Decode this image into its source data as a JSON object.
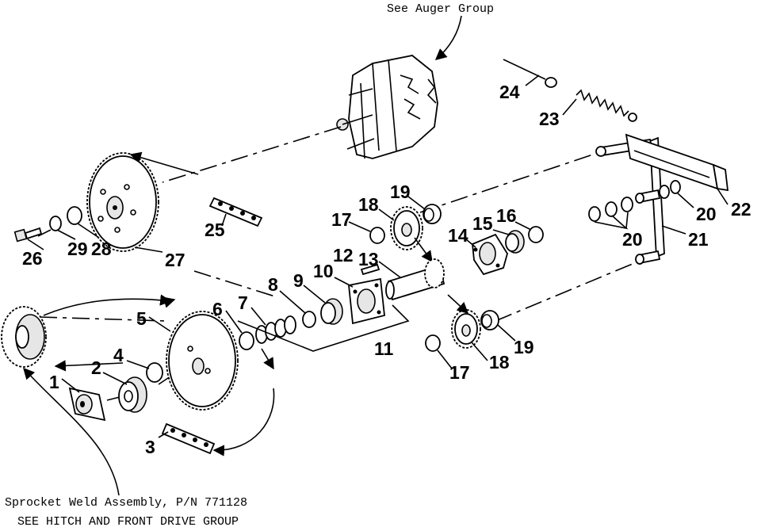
{
  "header": {
    "see_auger_group": "See Auger Group"
  },
  "footer": {
    "sprocket_weld_line": "Sprocket Weld Assembly, P/N 771128",
    "hitch_drive_line": "SEE HITCH AND FRONT DRIVE GROUP"
  },
  "callouts": {
    "c1": "1",
    "c2": "2",
    "c3": "3",
    "c4": "4",
    "c5": "5",
    "c6": "6",
    "c7": "7",
    "c8": "8",
    "c9": "9",
    "c10": "10",
    "c11": "11",
    "c12": "12",
    "c13": "13",
    "c14": "14",
    "c15": "15",
    "c16": "16",
    "c17a": "17",
    "c17b": "17",
    "c18a": "18",
    "c18b": "18",
    "c19a": "19",
    "c19b": "19",
    "c20a": "20",
    "c20b": "20",
    "c21": "21",
    "c22": "22",
    "c23": "23",
    "c24": "24",
    "c25": "25",
    "c26": "26",
    "c27": "27",
    "c28": "28",
    "c29": "29"
  }
}
